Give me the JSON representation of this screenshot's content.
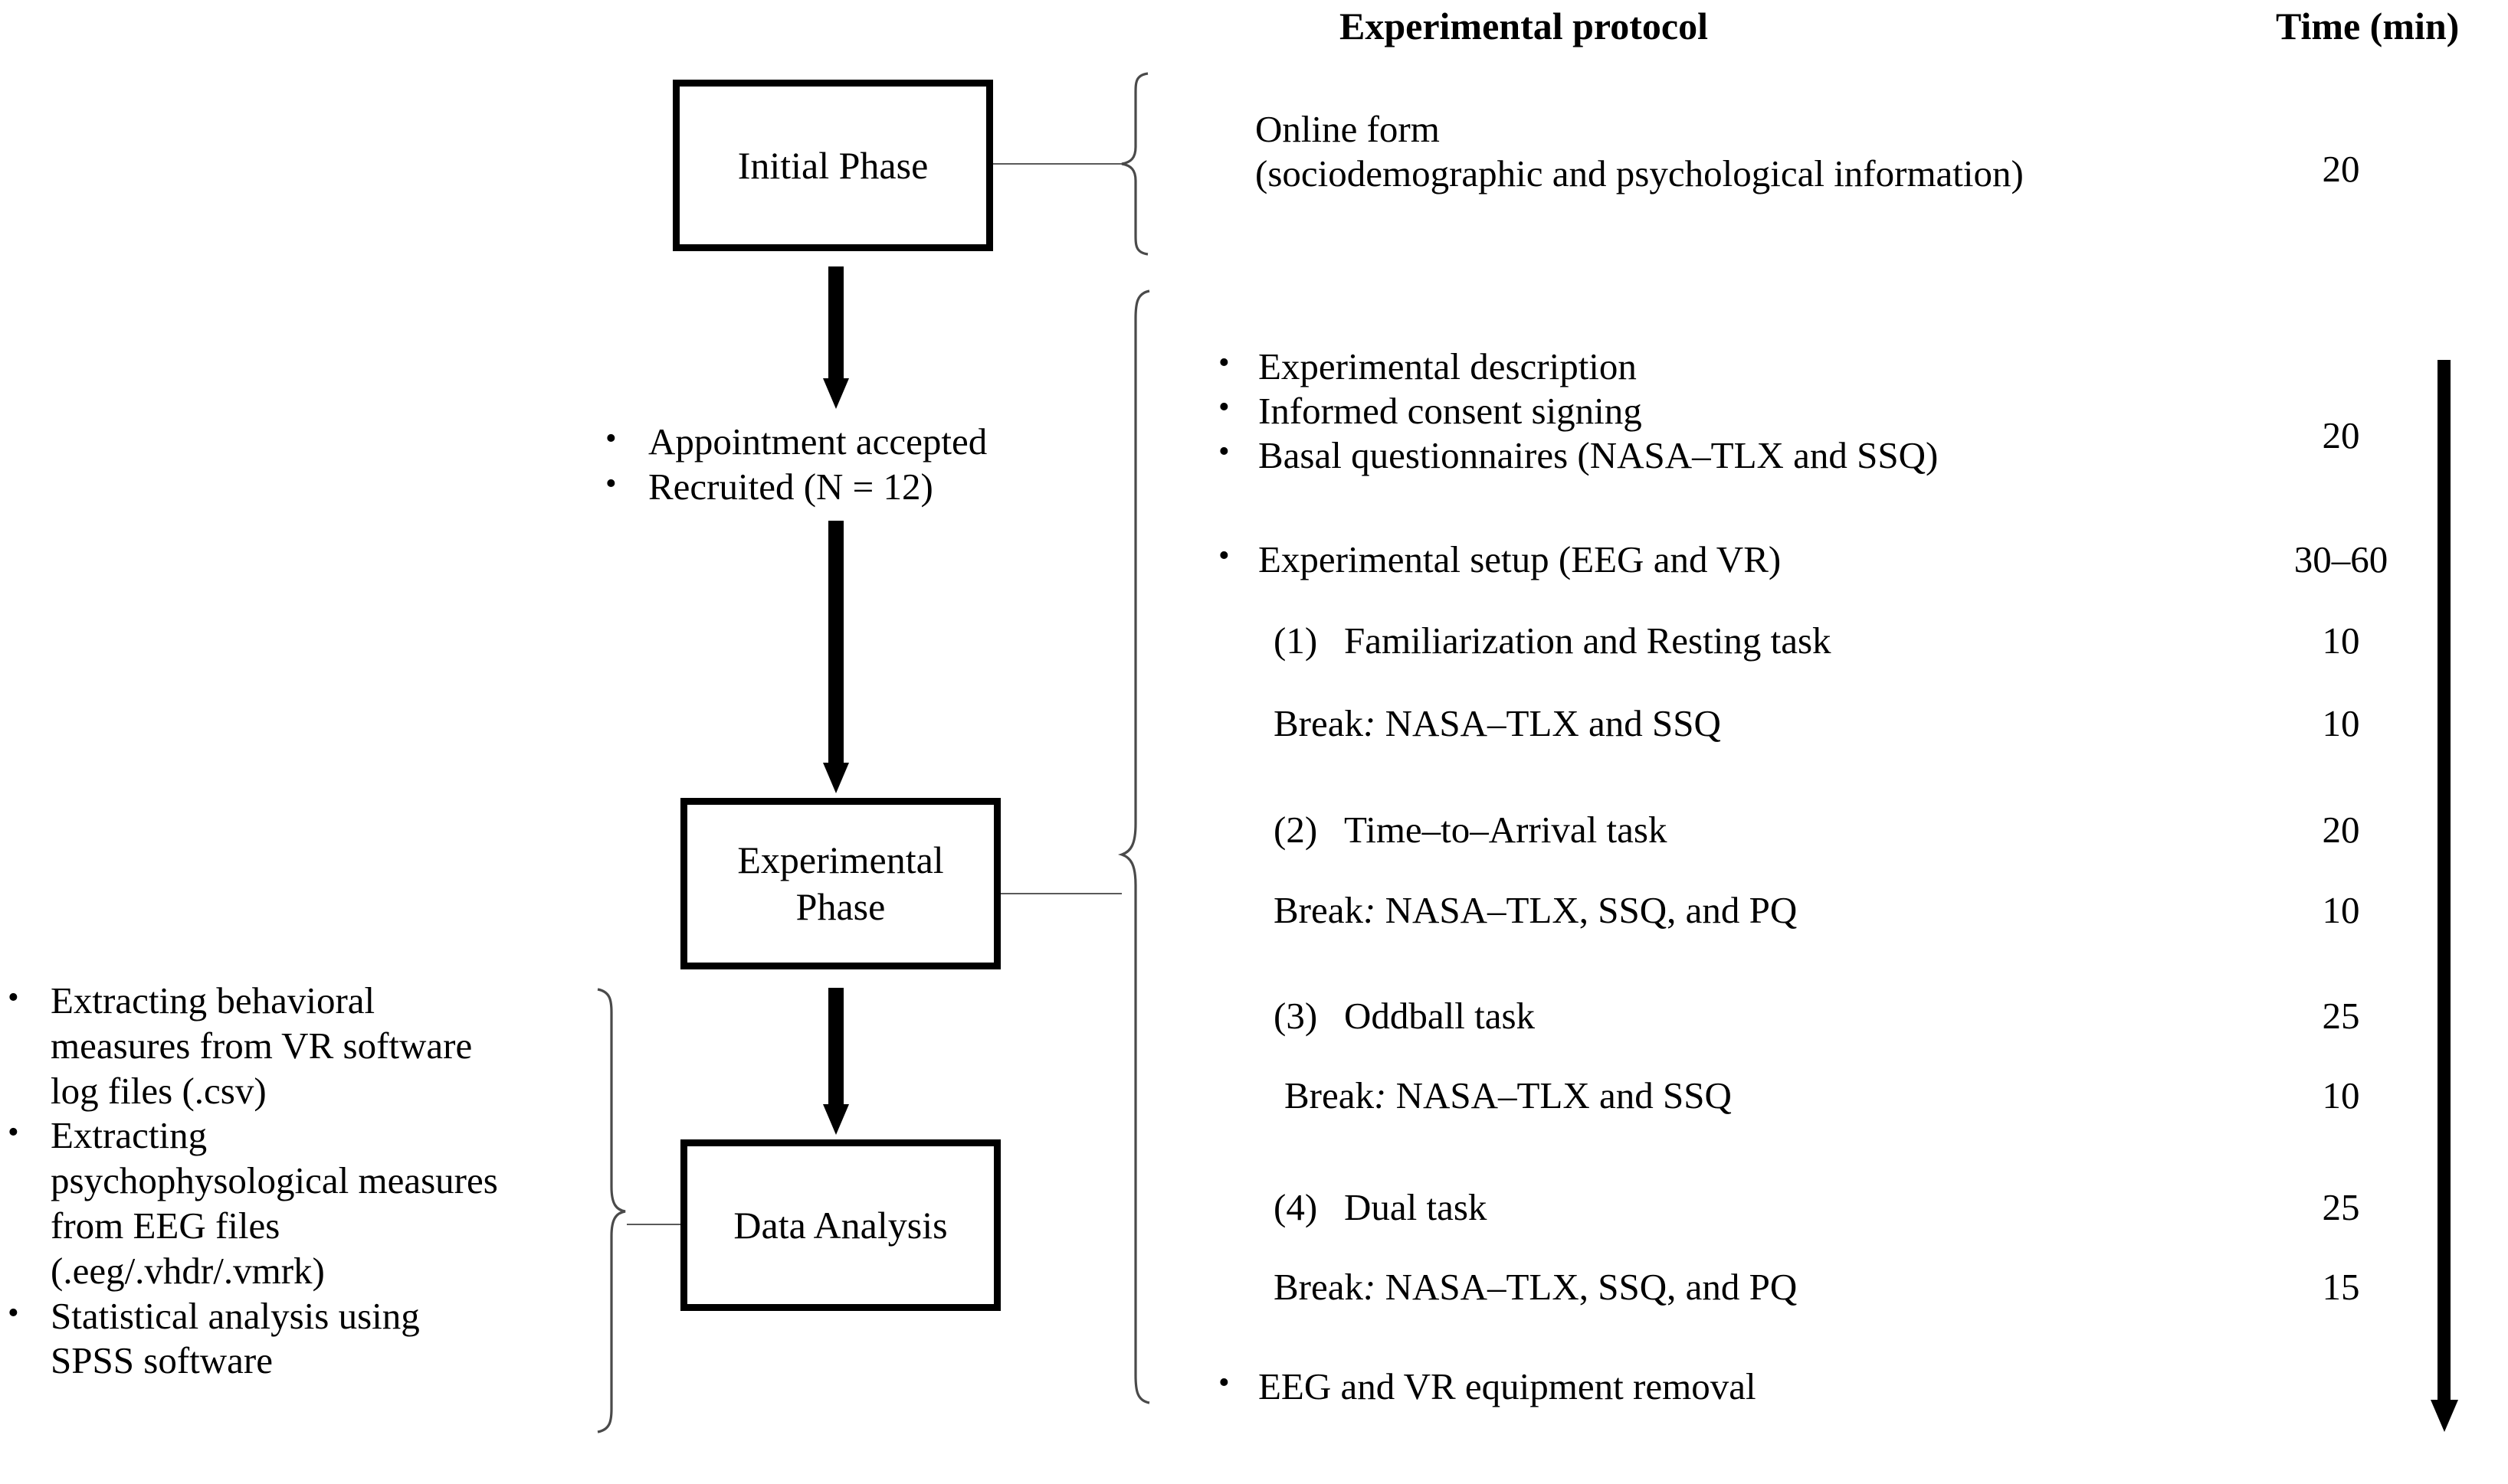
{
  "headers": {
    "protocol": "Experimental protocol",
    "time": "Time (min)"
  },
  "flow_boxes": {
    "initial": "Initial Phase",
    "experimental_line1": "Experimental",
    "experimental_line2": "Phase",
    "data_analysis": "Data Analysis"
  },
  "recruitment_bullets": [
    "Appointment accepted",
    "Recruited (N = 12)"
  ],
  "analysis_bullets": [
    [
      "Extracting behavioral",
      "measures from VR software",
      "log files (.csv)"
    ],
    [
      "Extracting",
      "psychophysological measures",
      "from EEG files",
      "(.eeg/.vhdr/.vmrk)"
    ],
    [
      "Statistical analysis using",
      "SPSS software"
    ]
  ],
  "protocol": {
    "initial_phase": {
      "line1": "Online form",
      "line2": "(sociodemographic and psychological information)",
      "time": "20"
    },
    "preparation_bullets": [
      "Experimental description",
      "Informed consent signing",
      "Basal questionnaires (NASA–TLX and SSQ)"
    ],
    "preparation_time": "20",
    "setup_bullet": "Experimental setup (EEG and VR)",
    "setup_time": "30–60",
    "tasks": [
      {
        "number": "(1)",
        "name": "Familiarization and Resting task",
        "time": "10",
        "break_label": "Break",
        "break_colon": ":",
        "break_text": " NASA–TLX and SSQ",
        "break_time": "10"
      },
      {
        "number": "(2)",
        "name": "Time–to–Arrival task",
        "time": "20",
        "break_label": "Break",
        "break_colon": ":",
        "break_text": " NASA–TLX, SSQ, and PQ",
        "break_time": "10"
      },
      {
        "number": "(3)",
        "name": "Oddball task",
        "time": "25",
        "break_label": "Break",
        "break_colon": ":",
        "break_text": " NASA–TLX and SSQ",
        "break_time": "10"
      },
      {
        "number": "(4)",
        "name": "Dual task",
        "time": "25",
        "break_label": "Break",
        "break_colon": ":",
        "break_text": " NASA–TLX, SSQ, and PQ",
        "break_time": "15"
      }
    ],
    "removal_bullet": "EEG and VR equipment removal"
  },
  "bullet_glyph": "•",
  "colors": {
    "ink": "#000000",
    "connector": "#4a4a4a",
    "background": "#ffffff"
  }
}
